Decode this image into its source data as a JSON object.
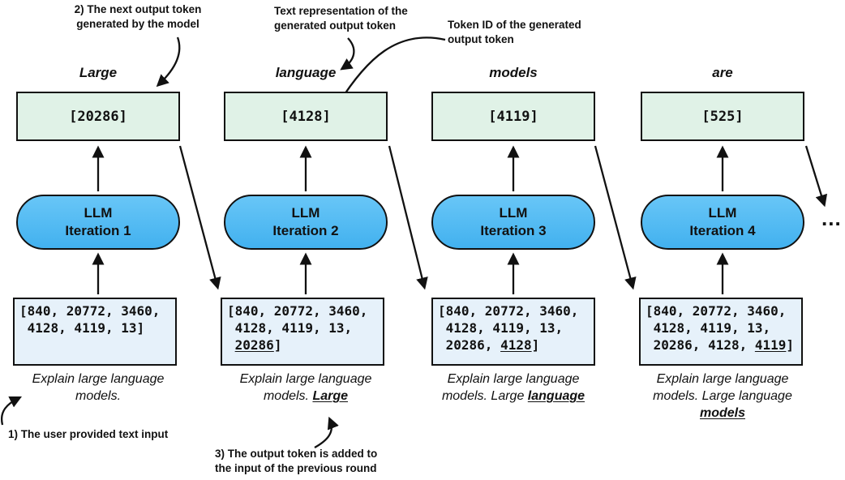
{
  "annotations": {
    "step2": "2) The next output token\ngenerated by the model",
    "text_representation": "Text representation of the\ngenerated output token",
    "token_id": "Token ID of the generated\noutput token",
    "step1": "1) The user provided text input",
    "step3": "3) The output token is added to\nthe input of the previous round"
  },
  "ellipsis": "...",
  "columns": [
    {
      "word": "Large",
      "token_id": "[20286]",
      "llm_label": "LLM\nIteration 1",
      "tokens_prefix": "[840, 20772, 3460,\n 4128, 4119, 13]",
      "tokens_highlight": "",
      "tokens_suffix": "",
      "sentence_prefix": "Explain large language models.",
      "sentence_highlight": ""
    },
    {
      "word": "language",
      "token_id": "[4128]",
      "llm_label": "LLM\nIteration 2",
      "tokens_prefix": "[840, 20772, 3460,\n 4128, 4119, 13,\n ",
      "tokens_highlight": "20286",
      "tokens_suffix": "]",
      "sentence_prefix": "Explain large language models. ",
      "sentence_highlight": "Large"
    },
    {
      "word": "models",
      "token_id": "[4119]",
      "llm_label": "LLM\nIteration 3",
      "tokens_prefix": "[840, 20772, 3460,\n 4128, 4119, 13,\n 20286, ",
      "tokens_highlight": "4128",
      "tokens_suffix": "]",
      "sentence_prefix": "Explain large language models. Large ",
      "sentence_highlight": "language"
    },
    {
      "word": "are",
      "token_id": "[525]",
      "llm_label": "LLM\nIteration 4",
      "tokens_prefix": "[840, 20772, 3460,\n 4128, 4119, 13,\n 20286, 4128, ",
      "tokens_highlight": "4119",
      "tokens_suffix": "]",
      "sentence_prefix": "Explain large language models. Large language ",
      "sentence_highlight": "models"
    }
  ],
  "colors": {
    "stroke": "#111111",
    "token_box_fill": "#e0f2e7",
    "llm_fill_top": "#68c6f7",
    "llm_fill_bottom": "#42b1ef",
    "input_box_fill": "#e6f1fa"
  }
}
